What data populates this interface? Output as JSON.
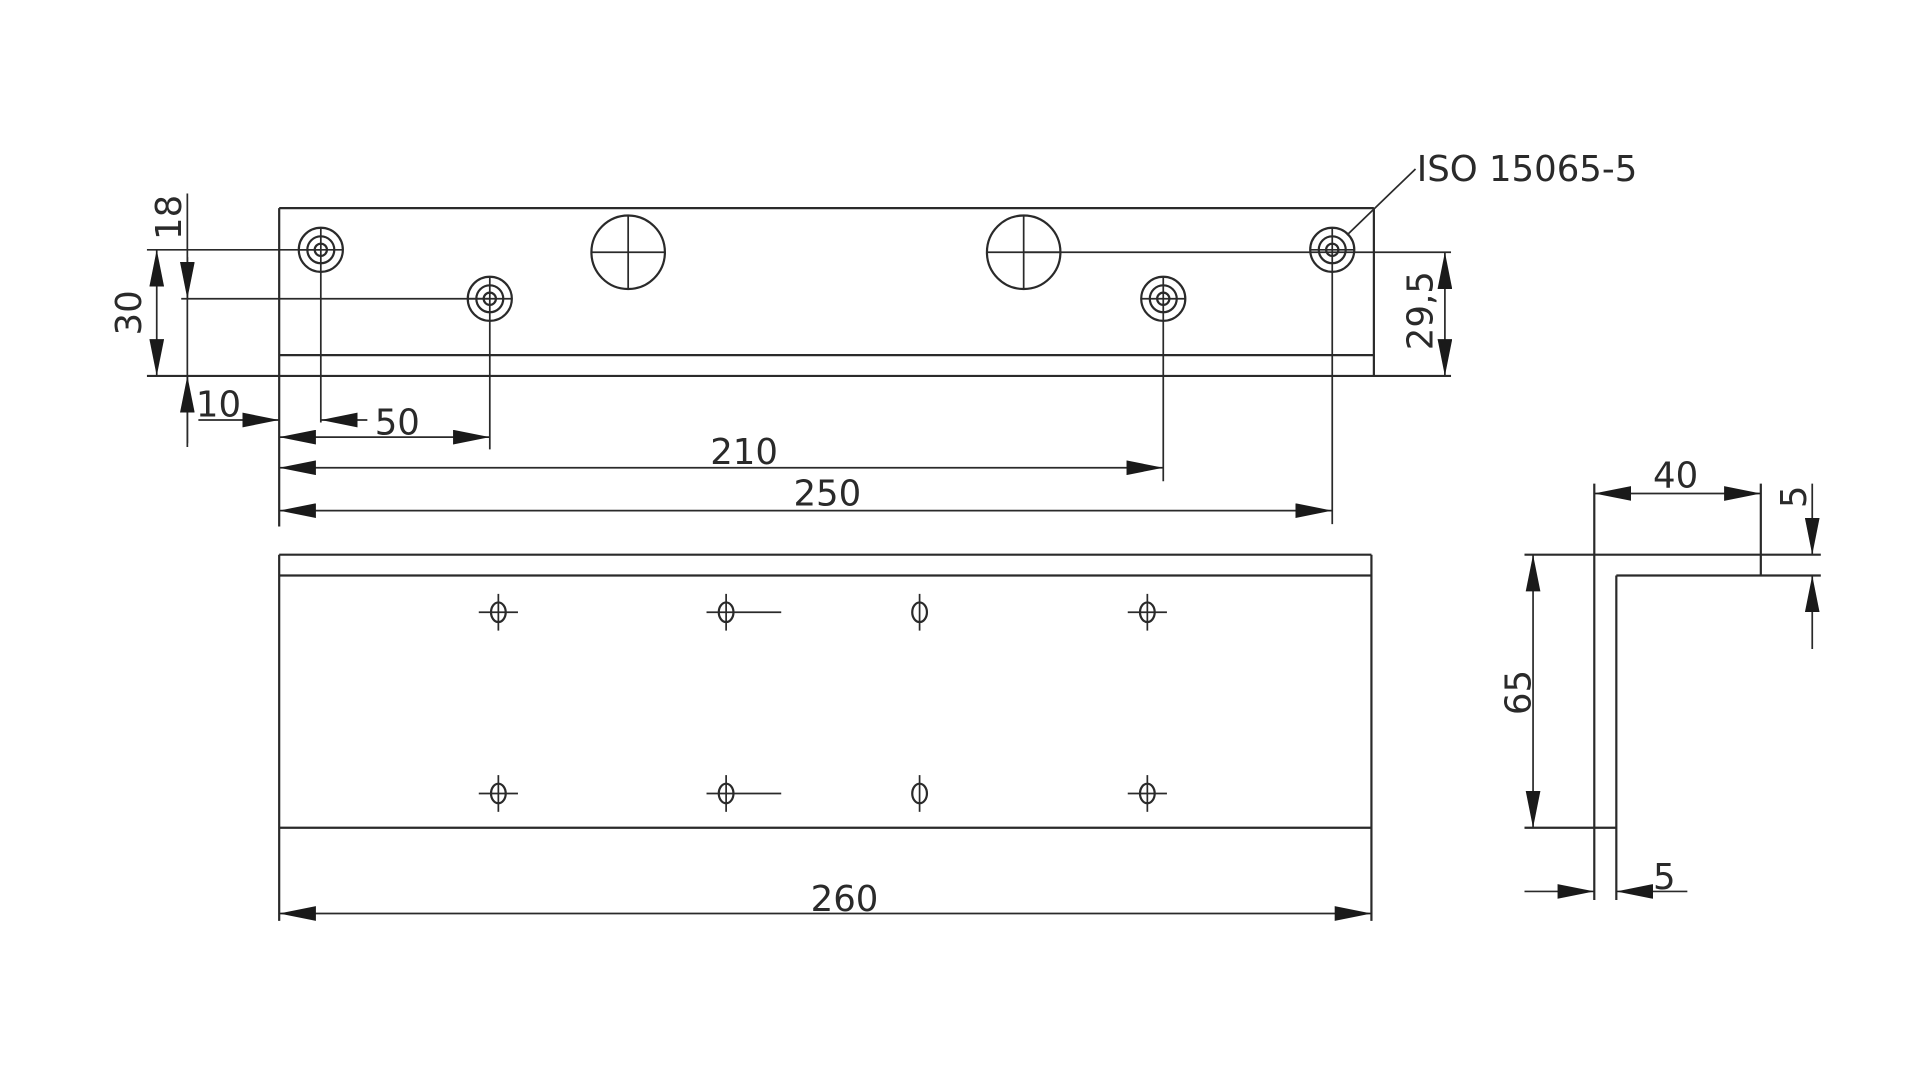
{
  "drawing": {
    "standard_note": "ISO 15065-5",
    "top_view": {
      "dim_hole_row_offset": "18",
      "dim_hole_row_spacing": "30",
      "dim_edge_to_first_hole": "10",
      "dim_second_hole": "50",
      "dim_third_hole": "210",
      "dim_fourth_hole": "250",
      "dim_height": "29,5"
    },
    "front_view": {
      "dim_length": "260"
    },
    "profile_view": {
      "dim_flange_width": "40",
      "dim_flange_thickness": "5",
      "dim_web_height": "65",
      "dim_web_thickness": "5"
    }
  }
}
